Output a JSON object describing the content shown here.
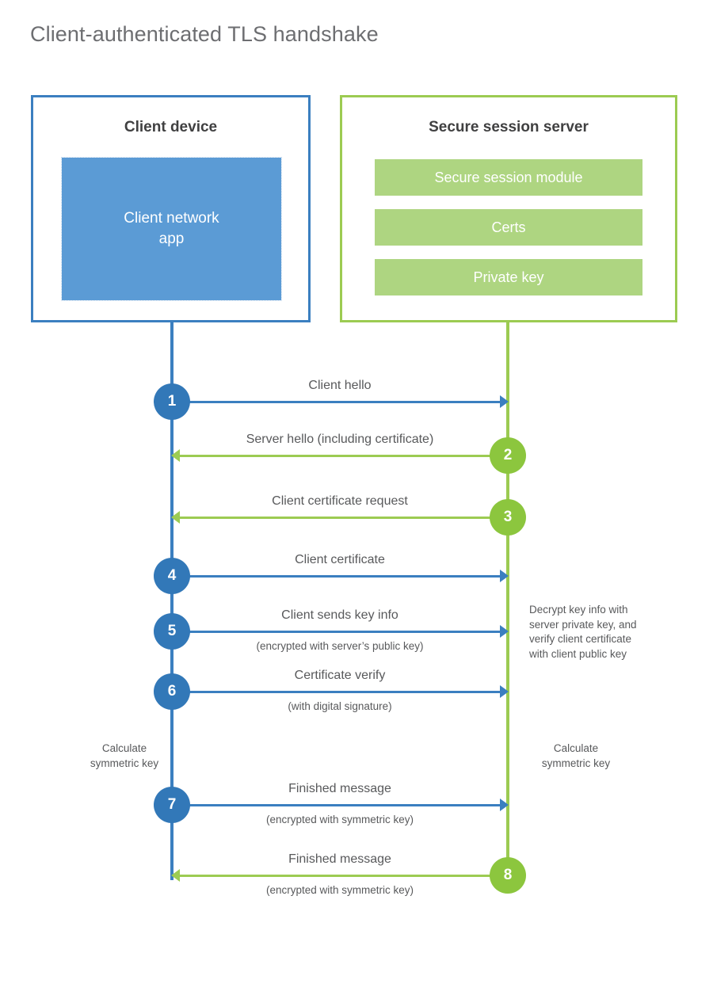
{
  "title": "Client-authenticated TLS handshake",
  "colors": {
    "client_accent": "#3b7fc0",
    "server_accent": "#9ccb52",
    "client_badge": "#3278b8",
    "server_badge": "#8cc63e",
    "client_app_fill": "#5b9bd5",
    "server_module_fill": "#aed581",
    "text": "#58595b",
    "title_text": "#6d6e71"
  },
  "client": {
    "title": "Client device",
    "app_label": "Client network\napp",
    "app_label_line1": "Client network",
    "app_label_line2": "app",
    "note": "Calculate\nsymmetric key"
  },
  "server": {
    "title": "Secure session server",
    "modules": [
      {
        "label": "Secure session module"
      },
      {
        "label": "Certs"
      },
      {
        "label": "Private key"
      }
    ],
    "note_decrypt": "Decrypt key info with\nserver private key, and\nverify client certificate\nwith client public key",
    "note_calc": "Calculate\nsymmetric key"
  },
  "chart_data": {
    "type": "diagram",
    "diagram_kind": "sequence",
    "actors": [
      "Client device",
      "Secure session server"
    ],
    "messages": [
      {
        "step": "1",
        "label": "Client hello",
        "sub": "",
        "from": "client",
        "to": "server",
        "color": "client"
      },
      {
        "step": "2",
        "label": "Server hello (including certificate)",
        "sub": "",
        "from": "server",
        "to": "client",
        "color": "server"
      },
      {
        "step": "3",
        "label": "Client certificate request",
        "sub": "",
        "from": "server",
        "to": "client",
        "color": "server"
      },
      {
        "step": "4",
        "label": "Client certificate",
        "sub": "",
        "from": "client",
        "to": "server",
        "color": "client"
      },
      {
        "step": "5",
        "label": "Client sends key info",
        "sub": "(encrypted with server’s public key)",
        "from": "client",
        "to": "server",
        "color": "client"
      },
      {
        "step": "6",
        "label": "Certificate verify",
        "sub": "(with digital signature)",
        "from": "client",
        "to": "server",
        "color": "client"
      },
      {
        "step": "7",
        "label": "Finished message",
        "sub": "(encrypted with symmetric key)",
        "from": "client",
        "to": "server",
        "color": "client"
      },
      {
        "step": "8",
        "label": "Finished message",
        "sub": "(encrypted with symmetric key)",
        "from": "server",
        "to": "client",
        "color": "server"
      }
    ],
    "notes": [
      {
        "side": "server",
        "text": "Decrypt key info with server private key, and verify client certificate with client public key"
      },
      {
        "side": "client",
        "text": "Calculate symmetric key"
      },
      {
        "side": "server",
        "text": "Calculate symmetric key"
      }
    ]
  }
}
